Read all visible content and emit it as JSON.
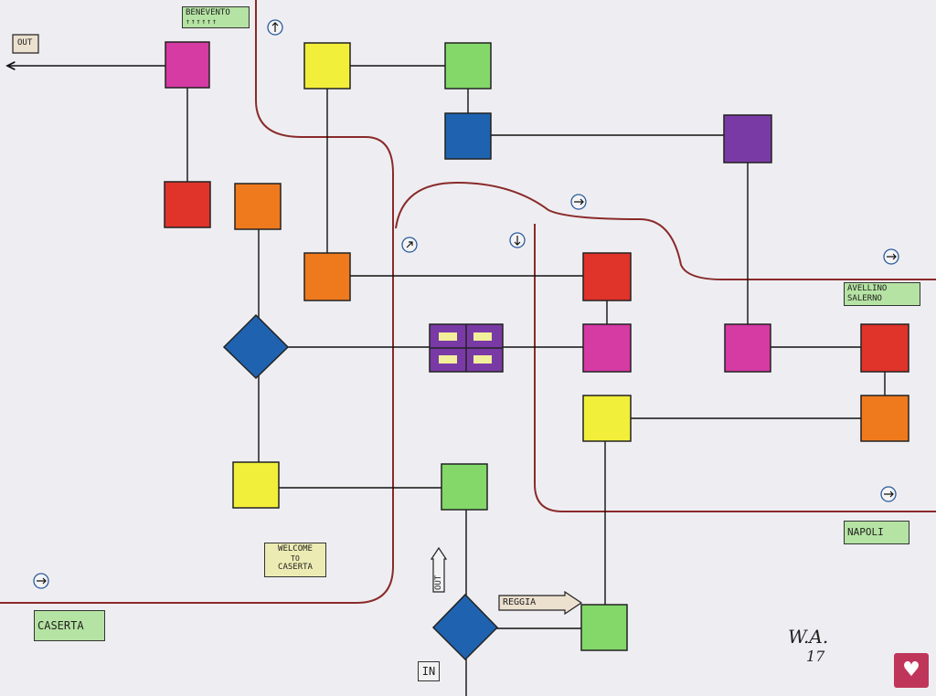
{
  "signs": {
    "benevento": "BENEVENTO",
    "benevento_arrows": "↑↑↑↑↑↑",
    "out_left": "OUT",
    "avellino": "AVELLINO",
    "salerno": "SALERNO",
    "napoli": "NAPOLI",
    "caserta": "CASERTA",
    "welcome_1": "WELCOME",
    "welcome_2": "TO",
    "welcome_3": "CASERTA",
    "out_bottom": "OUT",
    "reggia": "REGGIA",
    "in": "IN"
  },
  "signature": {
    "initials": "W.A.",
    "year": "17"
  },
  "logo_icon": "paint-drop-icon",
  "colors": {
    "magenta": "#d63aa3",
    "red": "#e0332a",
    "orange": "#ef7a1e",
    "yellow": "#f2ef3a",
    "green": "#84d86a",
    "blue": "#1f63b0",
    "purple": "#7a3aa6",
    "sign_green": "#b5e3a3"
  }
}
